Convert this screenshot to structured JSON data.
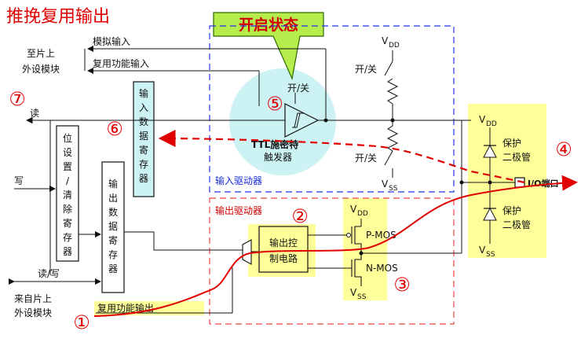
{
  "title": "推挽复用输出",
  "callout": "开启状态",
  "labels": {
    "analog_in": "模拟输入",
    "alt_func_in": "复用功能输入",
    "to_peripheral_1": "至片上",
    "to_peripheral_2": "外设模块",
    "read": "读",
    "write": "写",
    "read_write": "读/写",
    "input_data_reg": [
      "输",
      "入",
      "数",
      "据",
      "寄",
      "存",
      "器"
    ],
    "bit_set_reset_reg": [
      "位",
      "设",
      "置",
      "/",
      "清",
      "除",
      "寄",
      "存",
      "器"
    ],
    "output_data_reg": [
      "输",
      "出",
      "数",
      "据",
      "寄",
      "存",
      "器"
    ],
    "ttl_schmitt_1": "TTL施密特",
    "ttl_schmitt_2": "触发器",
    "on_off": "开/关",
    "input_driver": "输入驱动器",
    "output_driver": "输出驱动器",
    "output_control_1": "输出控",
    "output_control_2": "制电路",
    "pmos": "P-MOS",
    "nmos": "N-MOS",
    "vdd": "V",
    "vdd_sub": "DD",
    "vss": "V",
    "vss_sub": "SS",
    "protect_diode_1": "保护",
    "protect_diode_2": "二极管",
    "io_pin": "I/O端口",
    "from_peripheral_1": "来自片上",
    "from_peripheral_2": "外设模块",
    "alt_func_out": "复用功能输出"
  },
  "markers": [
    "①",
    "②",
    "③",
    "④",
    "⑤",
    "⑥",
    "⑦"
  ],
  "colors": {
    "highlight": "#ffff99",
    "cyan": "#ccf2f4",
    "red": "#e00000",
    "blue_dash": "#2233ee",
    "red_dash": "#ee4444"
  }
}
